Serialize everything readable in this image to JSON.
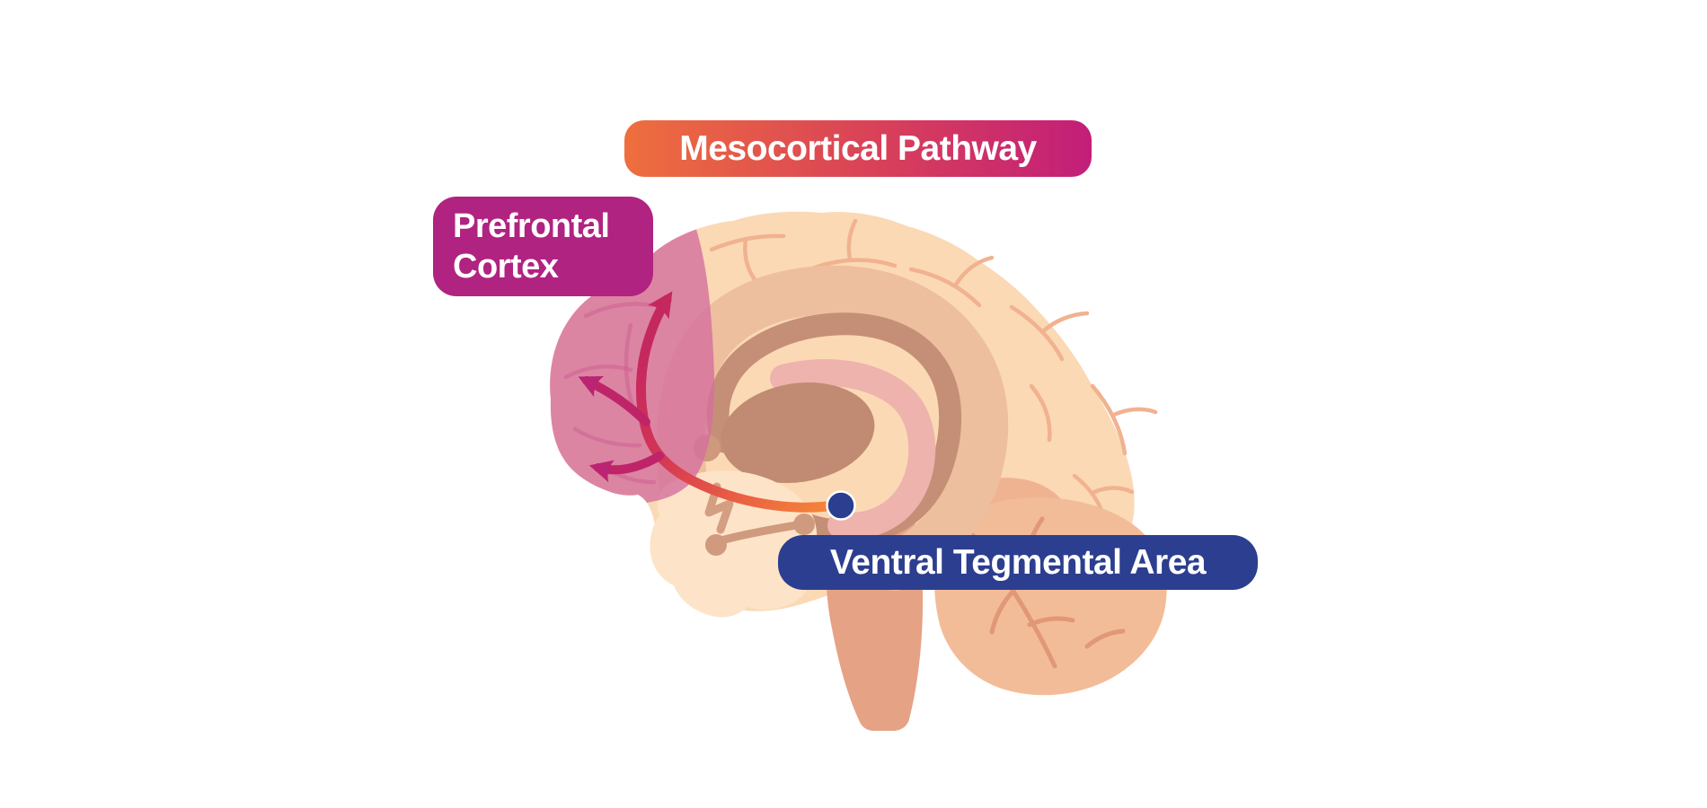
{
  "diagram_title": "Mesocortical Pathway",
  "labels": {
    "mesocortical": "Mesocortical Pathway",
    "prefrontal_line1": "Prefrontal",
    "prefrontal_line2": "Cortex",
    "vta": "Ventral Tegmental Area"
  },
  "colors": {
    "background": "#ffffff",
    "label_text": "#ffffff",
    "mesocortical_gradient_start": "#ee6f3d",
    "mesocortical_gradient_end": "#c21e79",
    "prefrontal_label_bg": "#b02381",
    "vta_label_bg": "#2c3e8f",
    "vta_dot": "#2c3e8f",
    "pathway_orange": "#f5853a",
    "pathway_crimson": "#d23456",
    "pathway_magenta": "#bf2469",
    "prefrontal_highlight_pink": "#d56f9d",
    "cortex_peach": "#fbd9b5",
    "temporal_peach": "#fde4c8",
    "cingulate_tan": "#edbf9e",
    "corpus_callosum_tan": "#c58f77",
    "limbic_pink_band": "#eeb3ad",
    "thalamus_brown": "#c08b72",
    "brainstem_salmon": "#e6a284",
    "cerebellum_salmon": "#f3bc98"
  }
}
